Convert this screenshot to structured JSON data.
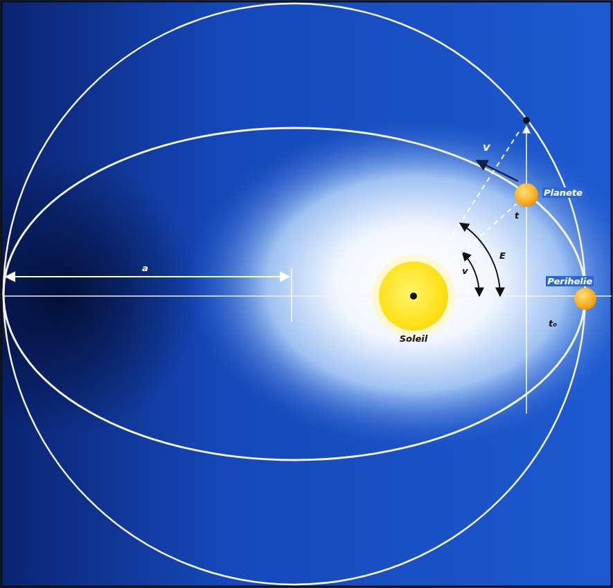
{
  "diagram": {
    "nodes": [
      {
        "text": [
          "Soleil"
        ]
      },
      {
        "text": [
          "Planete"
        ]
      },
      {
        "text": [
          "Perihelie"
        ]
      }
    ],
    "edges": [
      {
        "from": 0,
        "to": 1,
        "arrow": "none"
      }
    ],
    "labels": [
      "a",
      "V",
      "t",
      "E",
      "v",
      "t₀"
    ]
  }
}
